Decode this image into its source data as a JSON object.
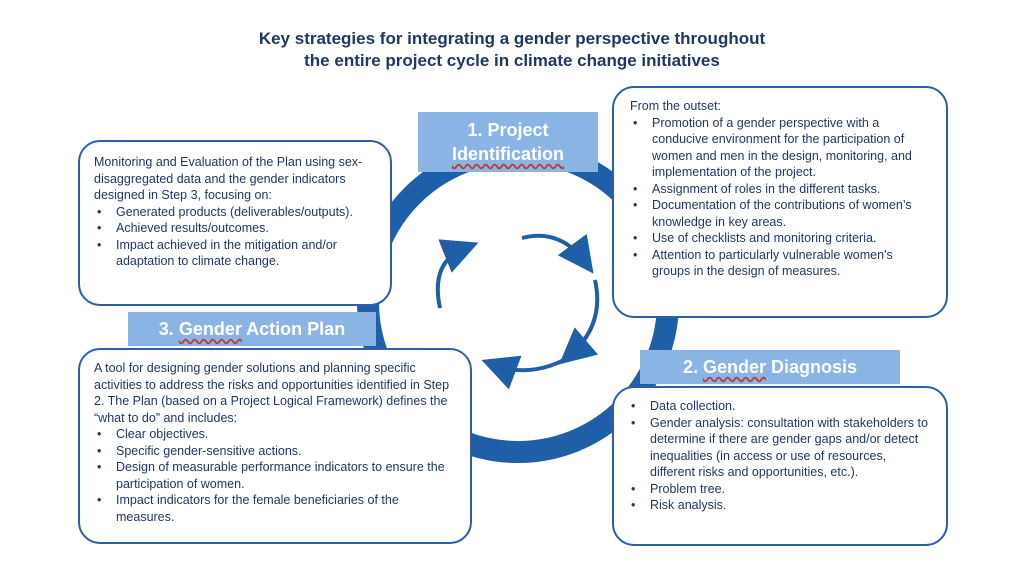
{
  "title": {
    "line1": "Key strategies for integrating a gender perspective throughout",
    "line2": "the entire project cycle in climate change initiatives"
  },
  "colors": {
    "ring": "#1f5fa8",
    "label_bg": "#8ab4e3",
    "box_border": "#2e5fa6",
    "text": "#1f3864"
  },
  "steps": {
    "identification": {
      "label_line1": "1. Project",
      "label_line2": "Identification",
      "intro": "From the outset:",
      "items": [
        "Promotion of a gender perspective with a conducive environment for the participation of women and men in the design, monitoring, and implementation of the project.",
        "Assignment of roles in the different tasks.",
        "Documentation of the contributions of women’s knowledge in key areas.",
        "Use of checklists and monitoring criteria.",
        "Attention to particularly vulnerable women's groups in the design of measures."
      ]
    },
    "diagnosis": {
      "label_prefix": "2. ",
      "label_word": "Gender",
      "label_suffix": " Diagnosis",
      "items": [
        "Data collection.",
        "Gender analysis: consultation with stakeholders to determine if there are gender gaps and/or detect inequalities (in access or use of resources, different risks and opportunities, etc.).",
        "Problem tree.",
        "Risk analysis."
      ]
    },
    "action_plan": {
      "label_prefix": "3. ",
      "label_word": "Gender",
      "label_suffix": " Action Plan",
      "intro": "A tool for designing gender solutions and planning specific activities to address the risks and opportunities identified in Step 2. The Plan (based on a Project Logical Framework) defines the “what to do” and includes:",
      "items": [
        "Clear objectives.",
        "Specific gender-sensitive actions.",
        "Design of measurable performance indicators to ensure the participation of women.",
        "Impact indicators for the female beneficiaries of the measures."
      ]
    },
    "monitoring": {
      "intro": "Monitoring and Evaluation of the Plan using sex-disaggregated data and the gender indicators designed in Step 3, focusing on:",
      "items": [
        "Generated products (deliverables/outputs).",
        "Achieved results/outcomes.",
        "Impact achieved in the mitigation and/or adaptation to climate change."
      ]
    }
  }
}
